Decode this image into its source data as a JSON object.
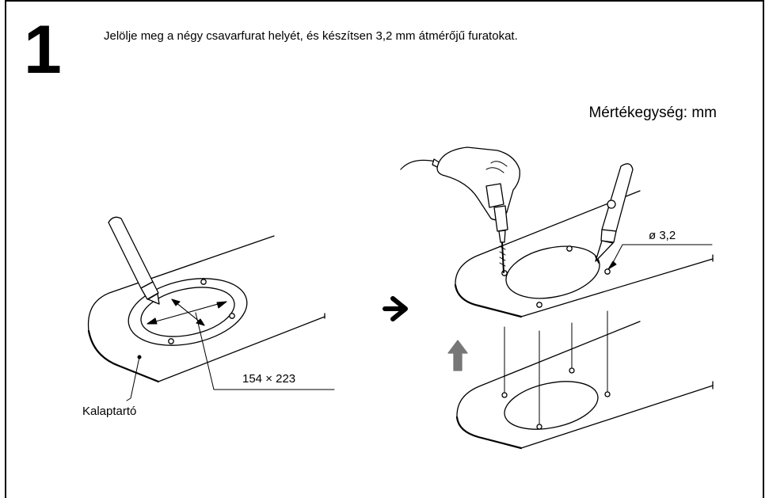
{
  "step": {
    "number": "1",
    "instruction": "Jelölje meg a négy csavarfurat helyét, és készítsen 3,2 mm átmérőjű furatokat."
  },
  "units_label": "Mértékegység: mm",
  "callouts": {
    "dimension": "154 × 223",
    "hole_diameter": "ø 3,2",
    "part_name": "Kalaptartó"
  },
  "icons": {
    "process_arrow": "right-arrow-icon",
    "lift_arrow": "up-arrow-icon"
  }
}
